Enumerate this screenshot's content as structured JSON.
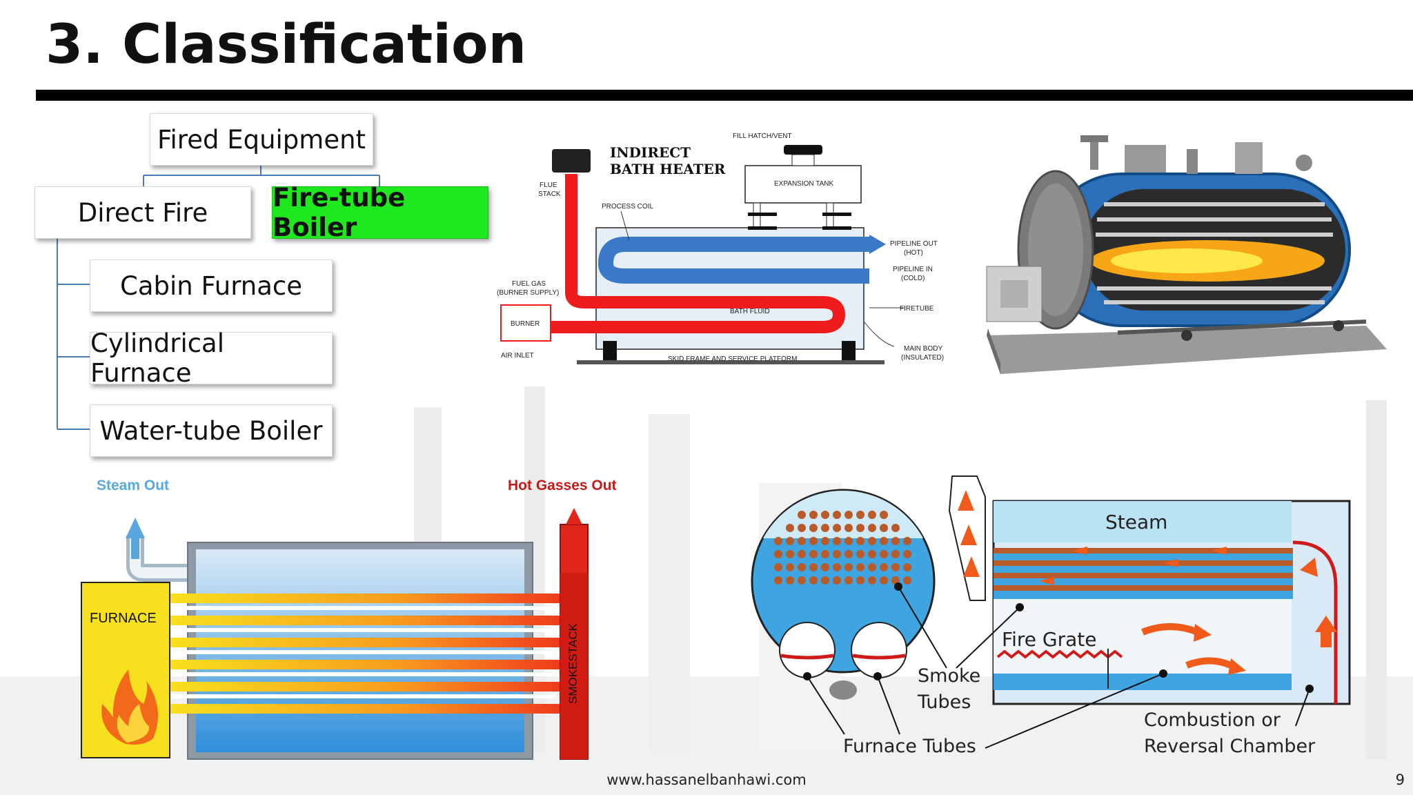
{
  "slide": {
    "title": "3. Classification",
    "footer_url": "www.hassanelbanhawi.com",
    "page_number": "9"
  },
  "tree": {
    "root": "Fired Equipment",
    "direct_fire": "Direct Fire",
    "fire_tube_boiler": "Fire-tube Boiler",
    "children": [
      "Cabin Furnace",
      "Cylindrical Furnace",
      "Water-tube Boiler"
    ]
  },
  "colors": {
    "highlight": "#1ee81e",
    "tube_red": "#ee1c1c",
    "coil_blue": "#3a78c8",
    "water_blue": "#3fa5e0",
    "furnace_yellow": "#f7e11e"
  },
  "bath_heater": {
    "title_line1": "INDIRECT",
    "title_line2": "BATH HEATER",
    "fill_hatch": "FILL HATCH/VENT",
    "expansion_tank": "EXPANSION TANK",
    "flue_stack_1": "FLUE",
    "flue_stack_2": "STACK",
    "process_coil": "PROCESS COIL",
    "pipeline_out_1": "PIPELINE OUT",
    "pipeline_out_2": "(HOT)",
    "pipeline_in_1": "PIPELINE IN",
    "pipeline_in_2": "(COLD)",
    "fuel_gas_1": "FUEL GAS",
    "fuel_gas_2": "(BURNER SUPPLY)",
    "bath_fluid": "BATH FLUID",
    "firetube": "FIRETUBE",
    "burner": "BURNER",
    "air_inlet": "AIR INLET",
    "skid": "SKID FRAME AND SERVICE PLATFORM",
    "main_body_1": "MAIN BODY",
    "main_body_2": "(INSULATED)"
  },
  "boiler_flow": {
    "steam_out": "Steam Out",
    "hot_gasses_out": "Hot Gasses Out",
    "furnace": "FURNACE",
    "smokestack": "SMOKESTACK"
  },
  "boiler_section": {
    "steam": "Steam",
    "fire_grate": "Fire Grate",
    "smoke_1": "Smoke",
    "smoke_2": "Tubes",
    "furnace_tubes": "Furnace Tubes",
    "combustion_1": "Combustion or",
    "combustion_2": "Reversal Chamber"
  }
}
